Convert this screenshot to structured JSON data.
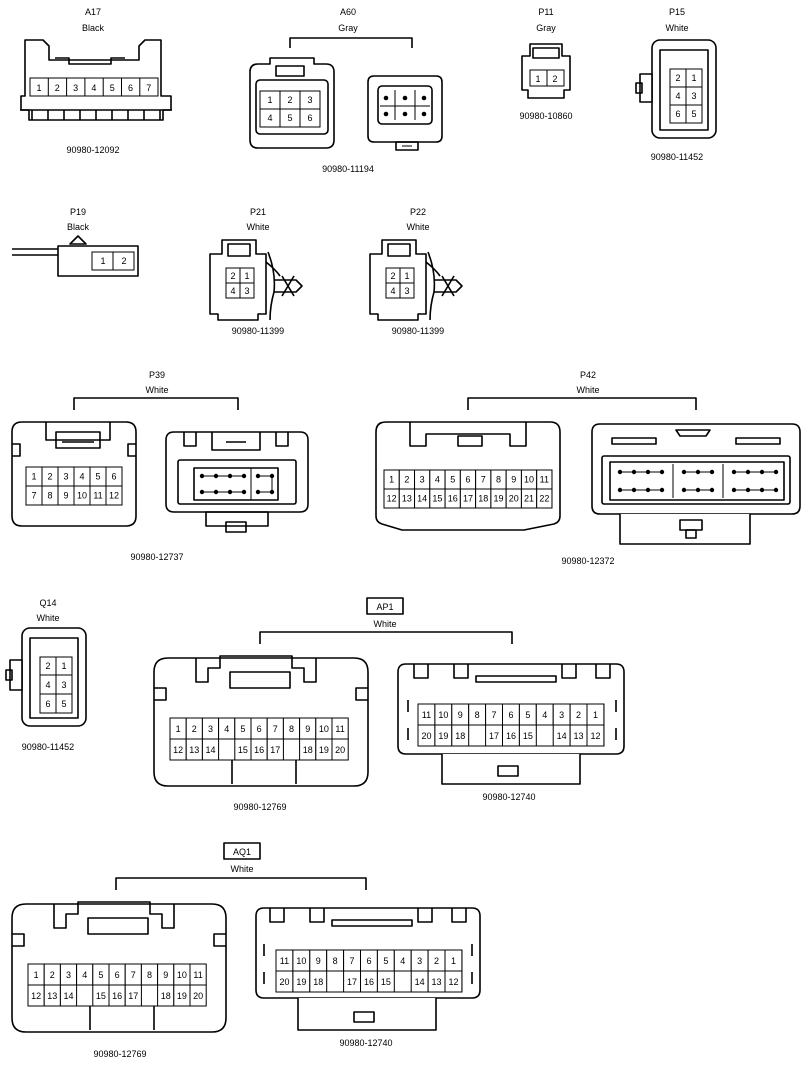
{
  "connectors": {
    "a17": {
      "id": "A17",
      "color": "Black",
      "part": "90980-12092",
      "pins": [
        "1",
        "2",
        "3",
        "4",
        "5",
        "6",
        "7"
      ]
    },
    "a60": {
      "id": "A60",
      "color": "Gray",
      "part": "90980-11194",
      "pins": [
        "1",
        "2",
        "3",
        "4",
        "5",
        "6"
      ]
    },
    "p11": {
      "id": "P11",
      "color": "Gray",
      "part": "90980-10860",
      "pins": [
        "1",
        "2"
      ]
    },
    "p15": {
      "id": "P15",
      "color": "White",
      "part": "90980-11452",
      "pins": [
        "2",
        "1",
        "4",
        "3",
        "6",
        "5"
      ]
    },
    "p19": {
      "id": "P19",
      "color": "Black",
      "pins": [
        "1",
        "2"
      ]
    },
    "p21": {
      "id": "P21",
      "color": "White",
      "part": "90980-11399",
      "pins": [
        "2",
        "1",
        "4",
        "3"
      ]
    },
    "p22": {
      "id": "P22",
      "color": "White",
      "part": "90980-11399",
      "pins": [
        "2",
        "1",
        "4",
        "3"
      ]
    },
    "p39": {
      "id": "P39",
      "color": "White",
      "part": "90980-12737",
      "row1": [
        "1",
        "2",
        "3",
        "4",
        "5",
        "6"
      ],
      "row2": [
        "7",
        "8",
        "9",
        "10",
        "11",
        "12"
      ]
    },
    "p42": {
      "id": "P42",
      "color": "White",
      "part": "90980-12372",
      "row1": [
        "1",
        "2",
        "3",
        "4",
        "5",
        "6",
        "7",
        "8",
        "9",
        "10",
        "11"
      ],
      "row2": [
        "12",
        "13",
        "14",
        "15",
        "16",
        "17",
        "18",
        "19",
        "20",
        "21",
        "22"
      ]
    },
    "q14": {
      "id": "Q14",
      "color": "White",
      "part": "90980-11452",
      "pins": [
        "2",
        "1",
        "4",
        "3",
        "6",
        "5"
      ]
    },
    "ap1": {
      "id": "AP1",
      "color": "White",
      "part_left": "90980-12769",
      "part_right": "90980-12740",
      "left_row1": [
        "1",
        "2",
        "3",
        "4",
        "5",
        "6",
        "7",
        "8",
        "9",
        "10",
        "11"
      ],
      "left_row2": [
        "12",
        "13",
        "14",
        "15",
        "16",
        "17",
        "18",
        "19",
        "20"
      ],
      "right_row1": [
        "11",
        "10",
        "9",
        "8",
        "7",
        "6",
        "5",
        "4",
        "3",
        "2",
        "1"
      ],
      "right_row2": [
        "20",
        "19",
        "18",
        "17",
        "16",
        "15",
        "14",
        "13",
        "12"
      ]
    },
    "aq1": {
      "id": "AQ1",
      "color": "White",
      "part_left": "90980-12769",
      "part_right": "90980-12740",
      "left_row1": [
        "1",
        "2",
        "3",
        "4",
        "5",
        "6",
        "7",
        "8",
        "9",
        "10",
        "11"
      ],
      "left_row2": [
        "12",
        "13",
        "14",
        "15",
        "16",
        "17",
        "18",
        "19",
        "20"
      ],
      "right_row1": [
        "11",
        "10",
        "9",
        "8",
        "7",
        "6",
        "5",
        "4",
        "3",
        "2",
        "1"
      ],
      "right_row2": [
        "20",
        "19",
        "18",
        "17",
        "16",
        "15",
        "14",
        "13",
        "12"
      ]
    }
  }
}
